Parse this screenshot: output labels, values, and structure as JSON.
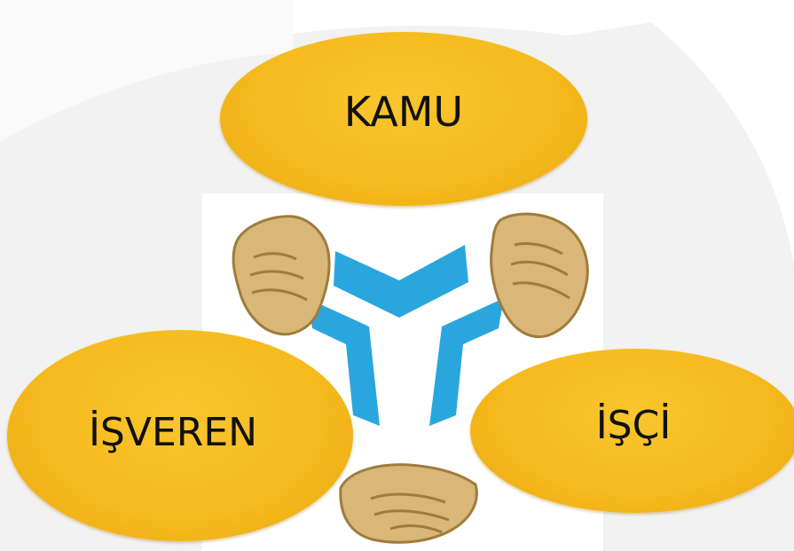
{
  "diagram": {
    "nodes": [
      {
        "id": "kamu",
        "label": "KAMU"
      },
      {
        "id": "isveren",
        "label": "İŞVEREN"
      },
      {
        "id": "isci",
        "label": "İŞÇİ"
      }
    ],
    "icons": [
      "handshake-icon",
      "handshake-icon",
      "handshake-icon",
      "logo-icon"
    ],
    "colors": {
      "oval": "#f6bb1e",
      "logo": "#2aa6df",
      "hands": "#c9a45c",
      "background": "#f3f3f3"
    }
  }
}
